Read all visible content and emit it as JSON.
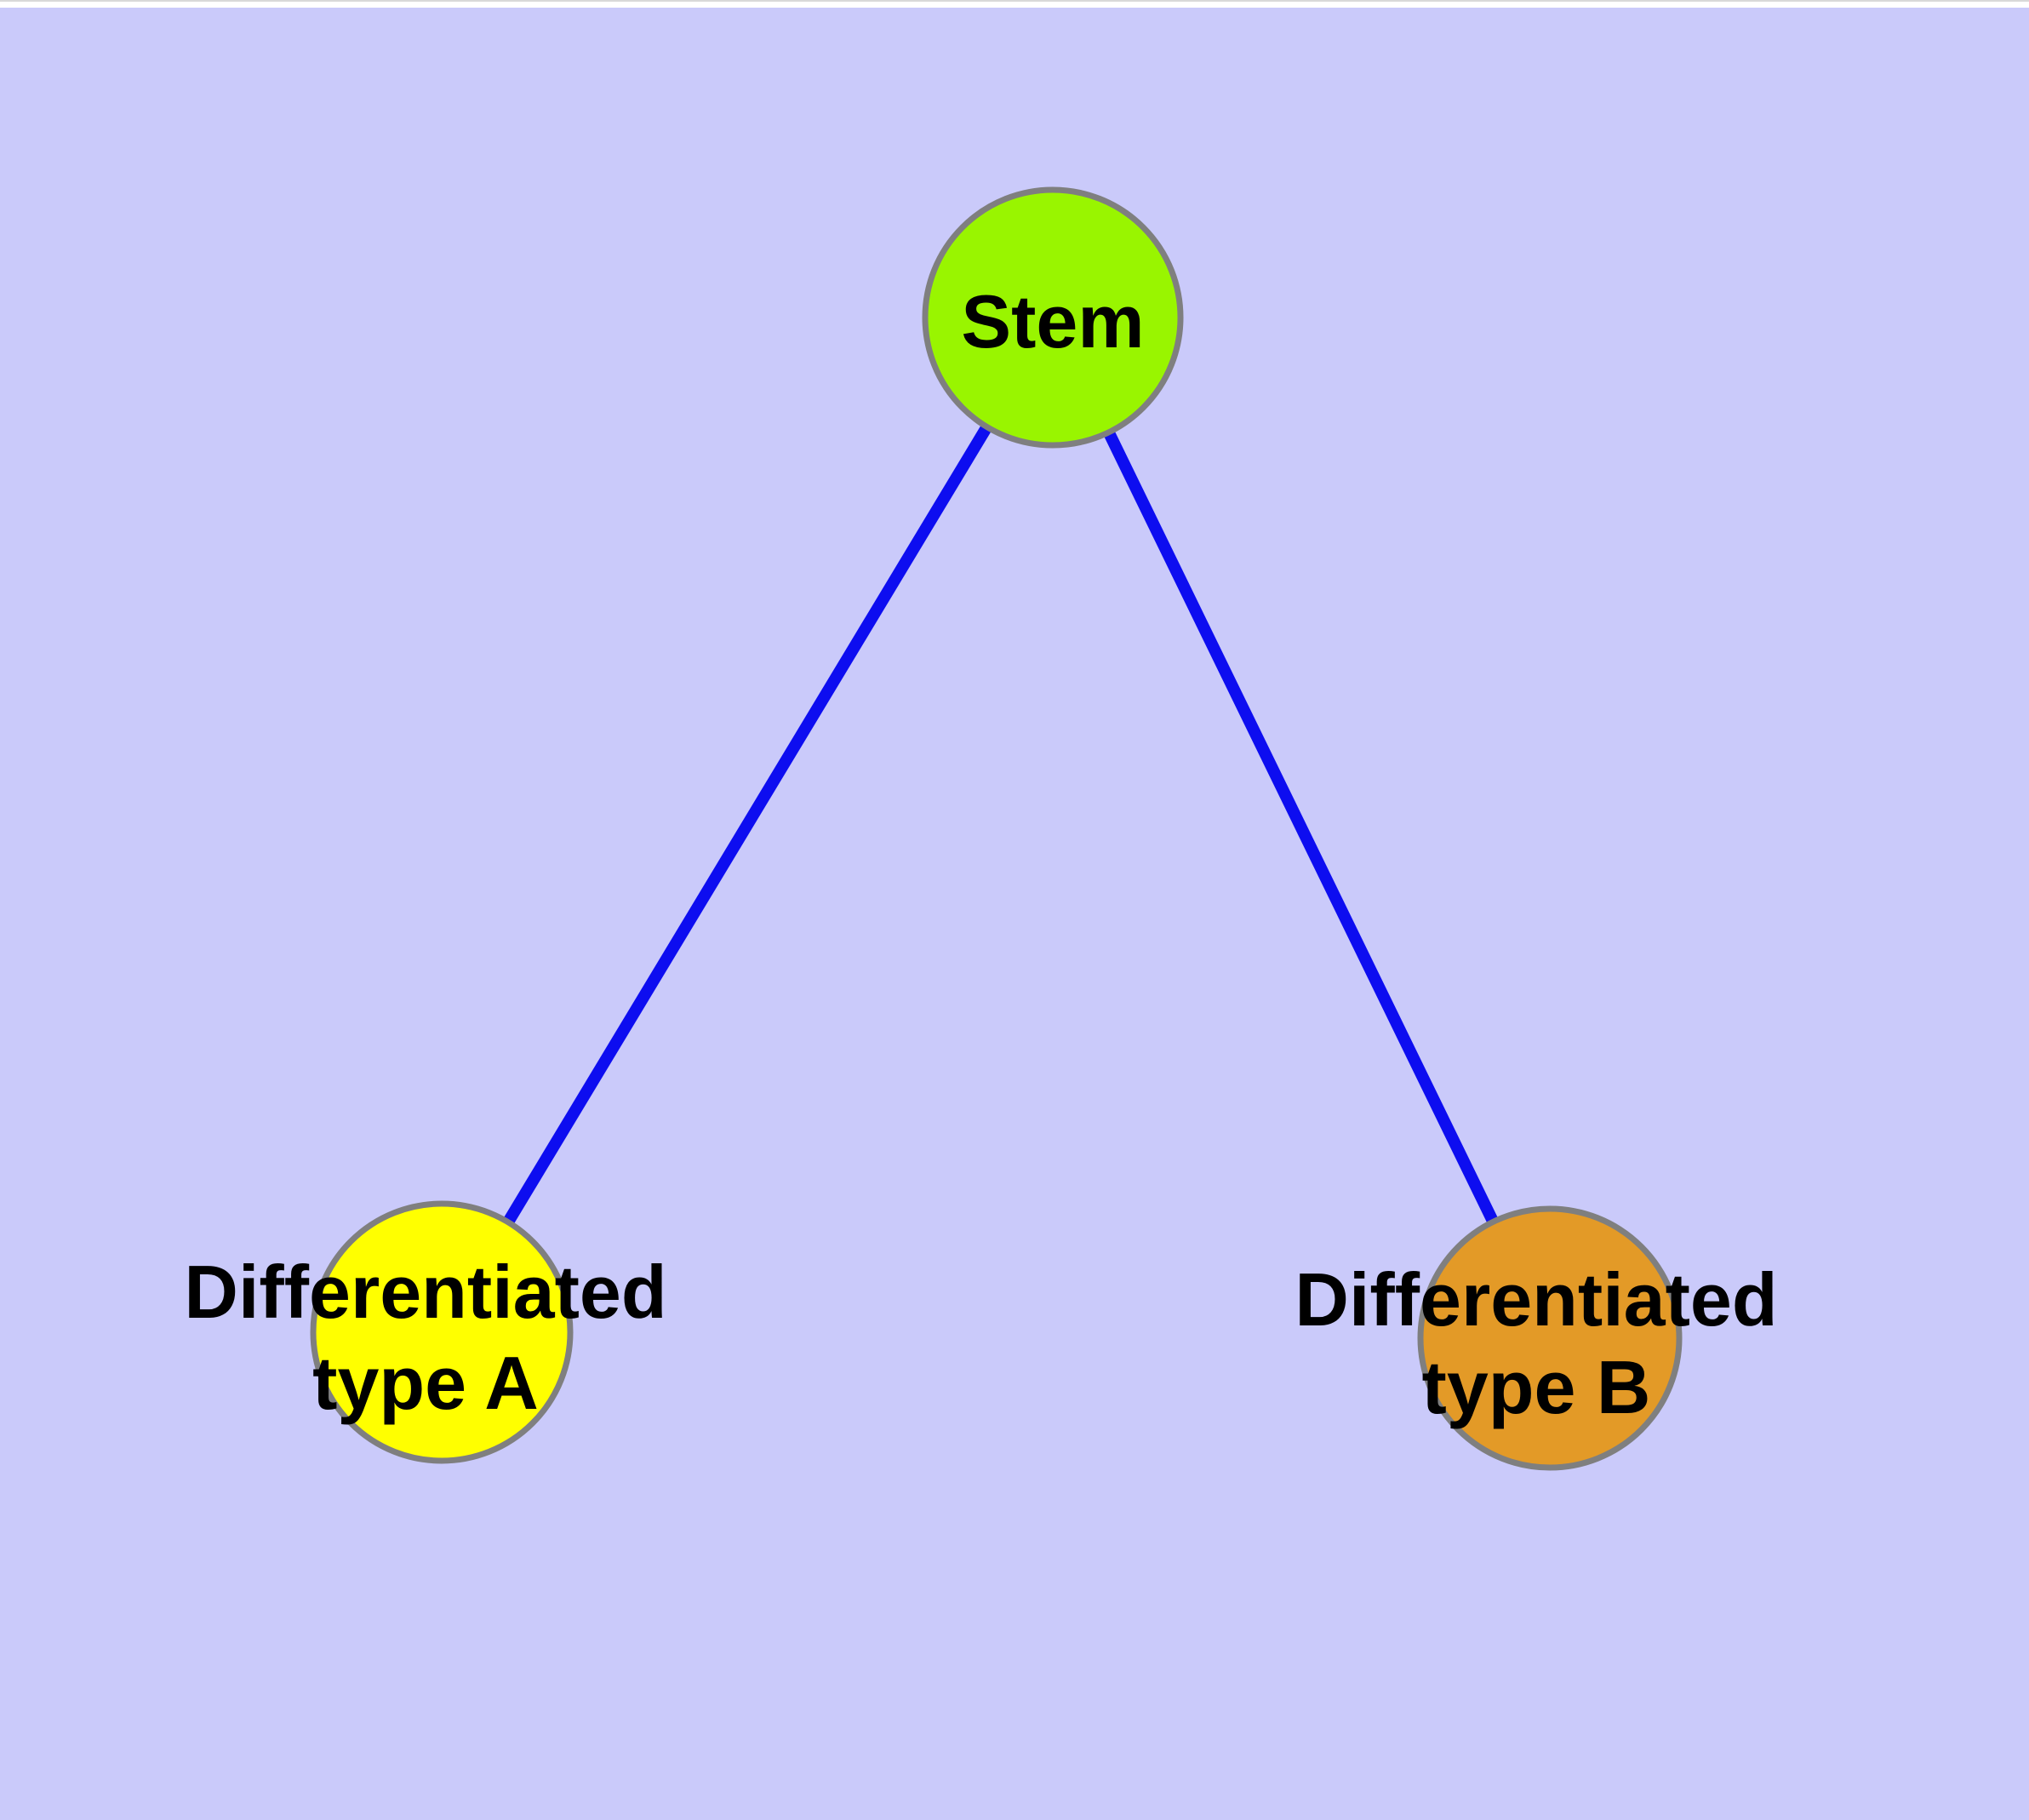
{
  "colors": {
    "background": "#CACAFA",
    "top_strip": "#FFFFFF",
    "edge": "#0D0DF0",
    "node_border": "#7F7F7F",
    "label": "#000000",
    "stem_fill": "#99F500",
    "typeA_fill": "#FFFF00",
    "typeB_fill": "#E39A27"
  },
  "nodes": {
    "stem": {
      "label": "Stem"
    },
    "typeA": {
      "label_line1": "Differentiated",
      "label_line2": "type A"
    },
    "typeB": {
      "label_line1": "Differentiated",
      "label_line2": "type B"
    }
  },
  "edges": [
    {
      "from": "Stem",
      "to": "Differentiated type A"
    },
    {
      "from": "Stem",
      "to": "Differentiated type B"
    }
  ]
}
